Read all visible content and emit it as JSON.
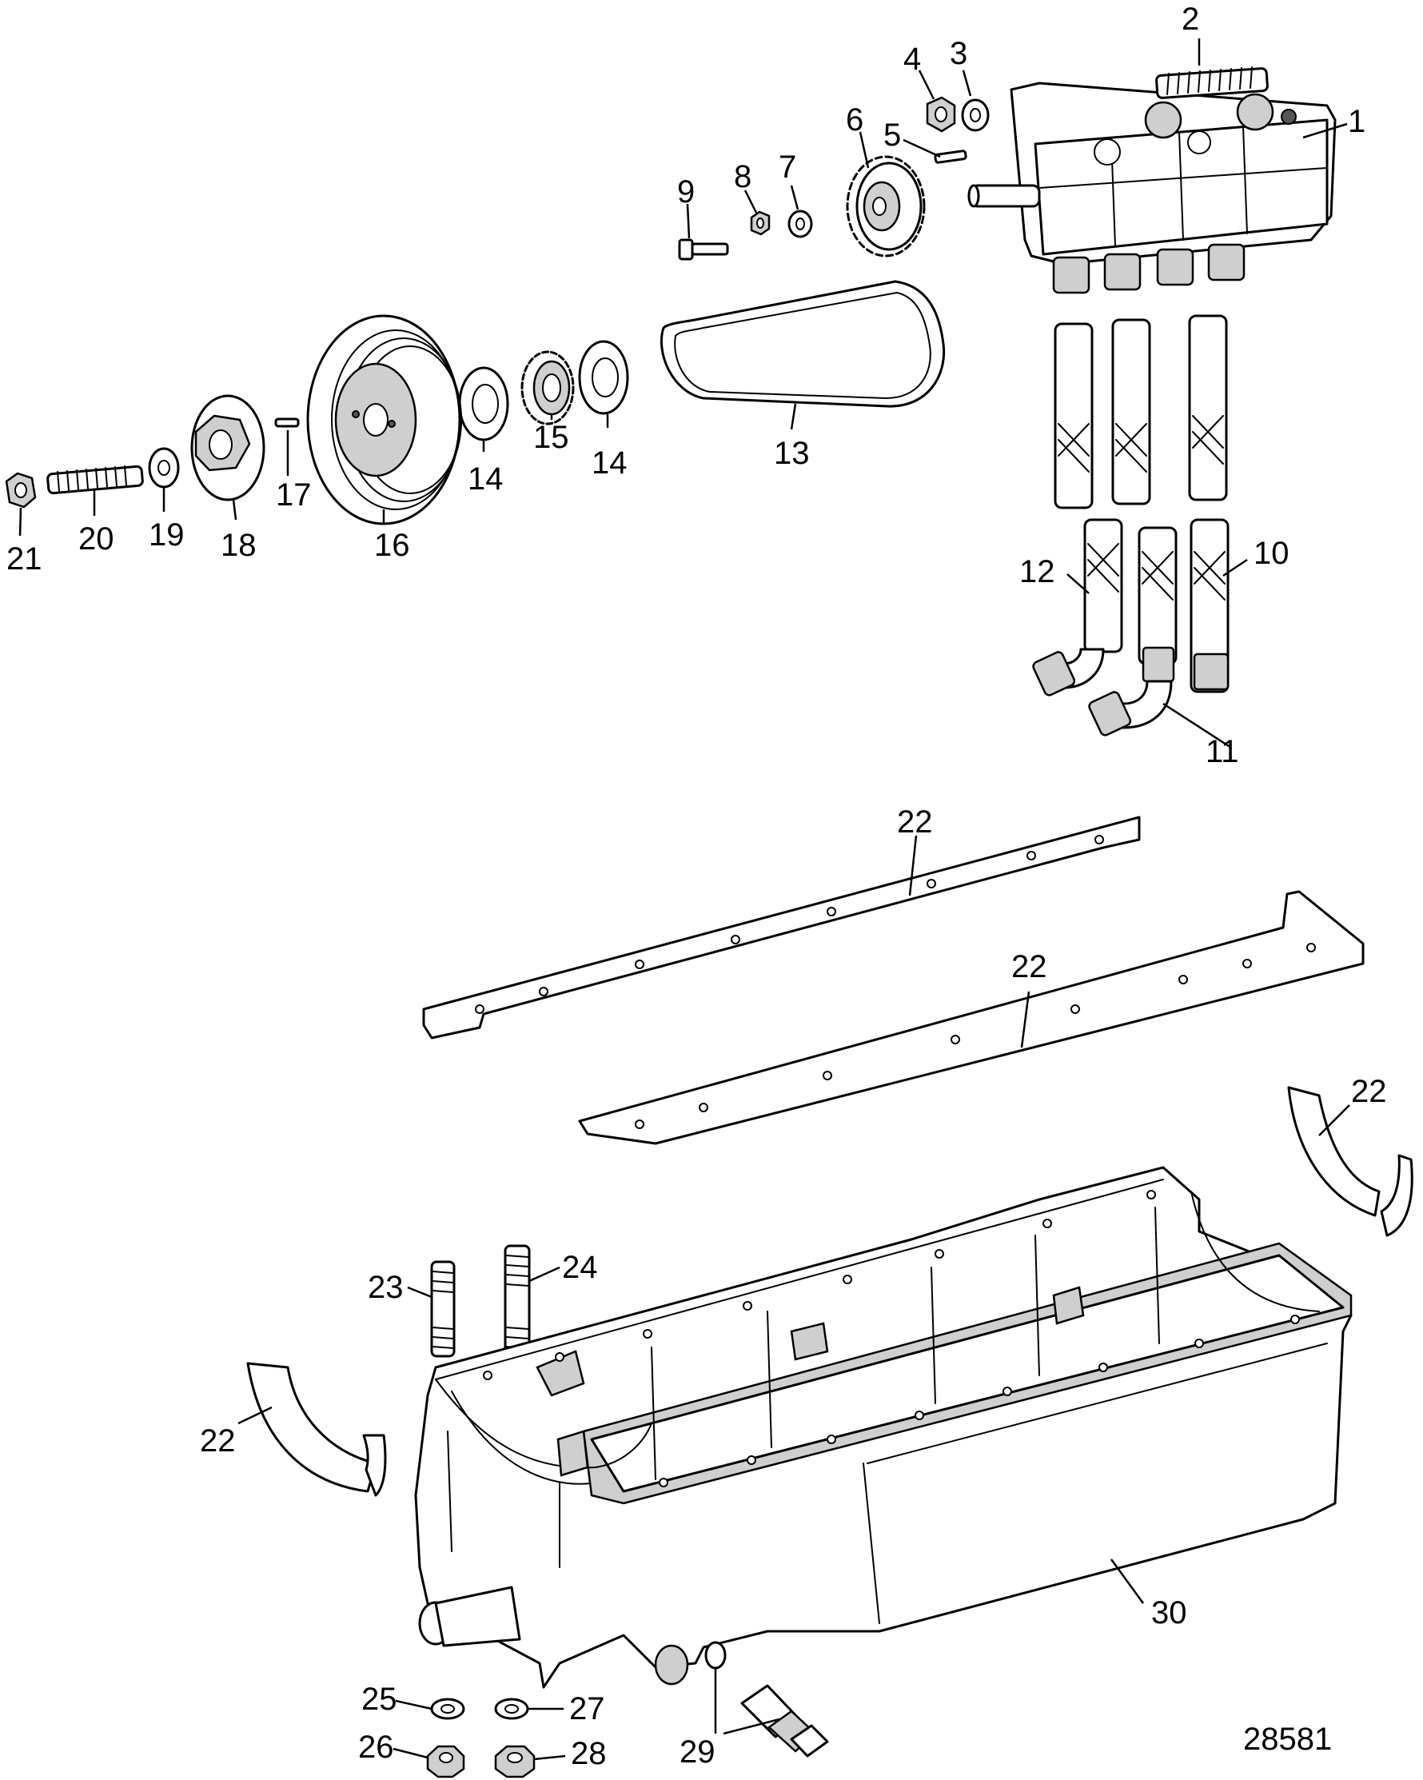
{
  "figure_id": "28581",
  "callouts": {
    "c1": "1",
    "c2": "2",
    "c3": "3",
    "c4": "4",
    "c5": "5",
    "c6": "6",
    "c7": "7",
    "c8": "8",
    "c9": "9",
    "c10": "10",
    "c11": "11",
    "c12": "12",
    "c13": "13",
    "c14a": "14",
    "c14b": "14",
    "c15": "15",
    "c16": "16",
    "c17": "17",
    "c18": "18",
    "c19": "19",
    "c20": "20",
    "c21": "21",
    "c22a": "22",
    "c22b": "22",
    "c22c": "22",
    "c22d": "22",
    "c23": "23",
    "c24": "24",
    "c25": "25",
    "c26": "26",
    "c27": "27",
    "c28": "28",
    "c29": "29",
    "c30": "30"
  }
}
